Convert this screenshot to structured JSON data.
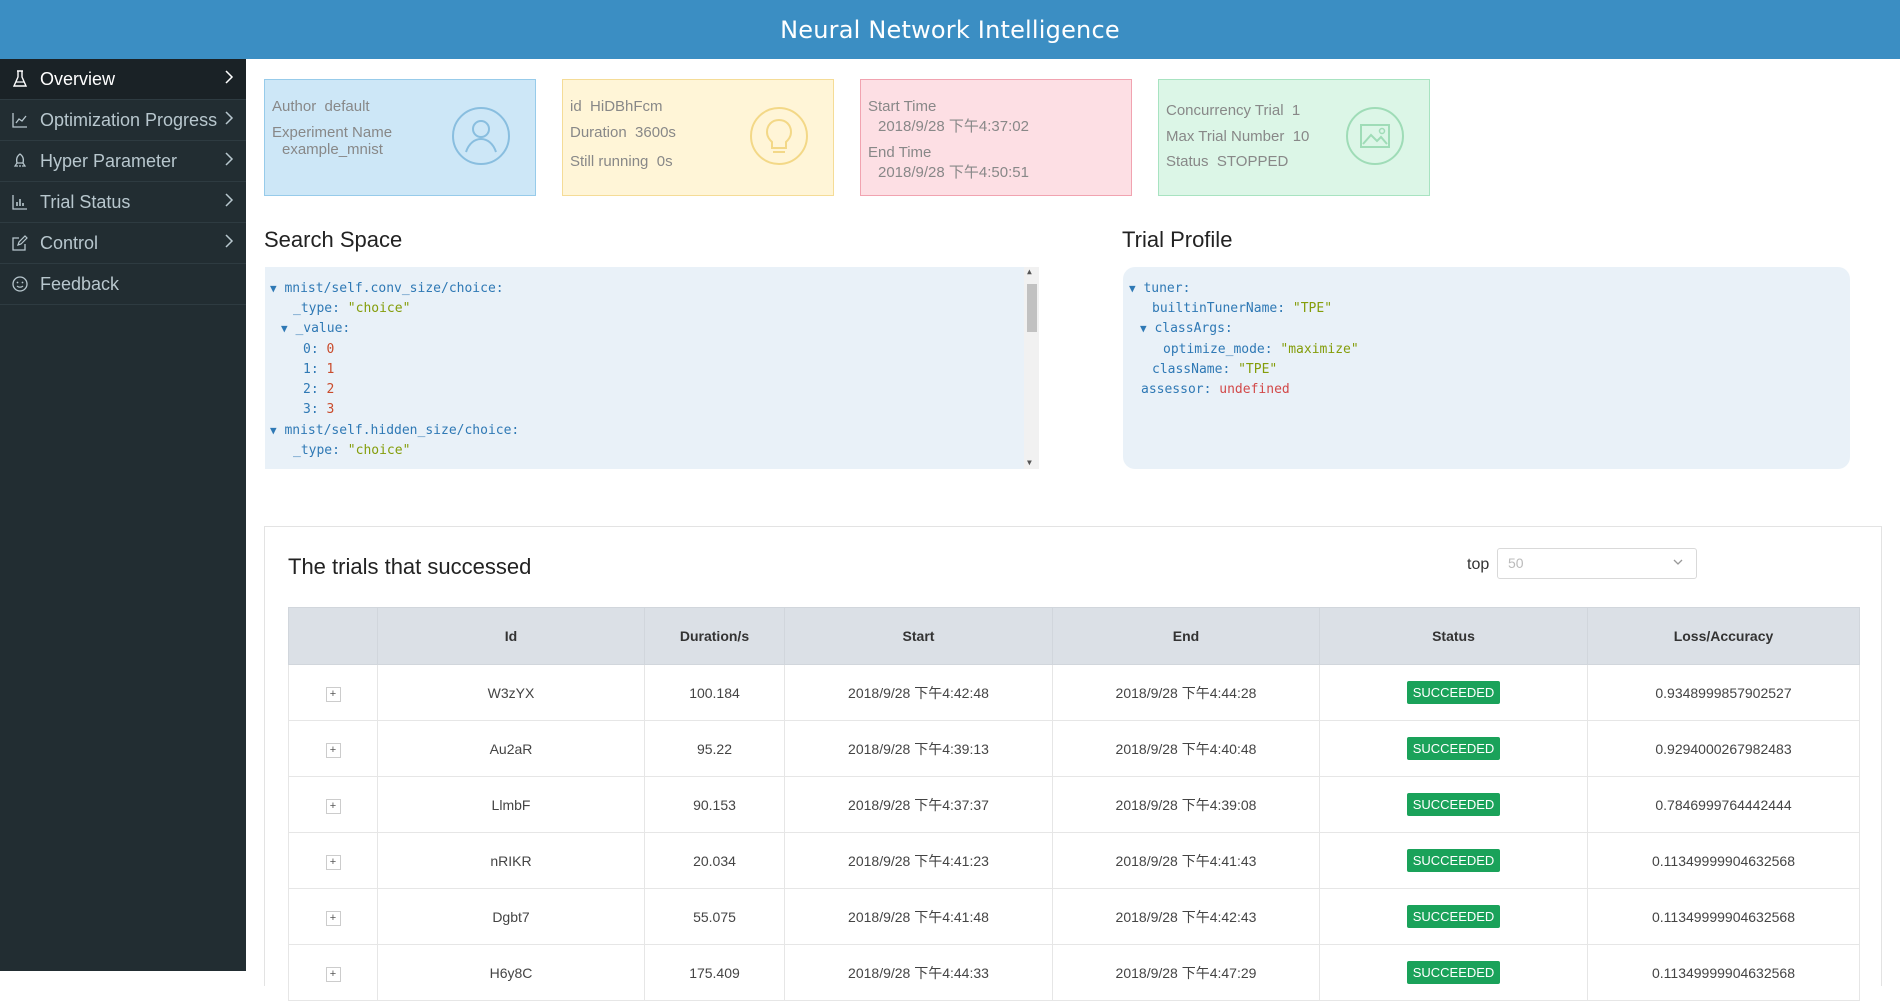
{
  "app_title": "Neural Network Intelligence",
  "sidebar": {
    "items": [
      {
        "label": "Overview",
        "icon": "flask-icon",
        "chevron": ">"
      },
      {
        "label": "Optimization Progress",
        "icon": "line-chart-icon",
        "chevron": ">"
      },
      {
        "label": "Hyper Parameter",
        "icon": "rocket-icon",
        "chevron": ">"
      },
      {
        "label": "Trial Status",
        "icon": "bar-chart-icon",
        "chevron": ">"
      },
      {
        "label": "Control",
        "icon": "edit-icon",
        "chevron": ">"
      },
      {
        "label": "Feedback",
        "icon": "smile-icon"
      }
    ]
  },
  "cards": {
    "author_label": "Author",
    "author_value": "default",
    "exp_name_label": "Experiment Name",
    "exp_name_value": "example_mnist",
    "id_label": "id",
    "id_value": "HiDBhFcm",
    "duration_label": "Duration",
    "duration_value": "3600s",
    "running_label": "Still running",
    "running_value": "0s",
    "start_label": "Start Time",
    "start_value": "2018/9/28 下午4:37:02",
    "end_label": "End Time",
    "end_value": "2018/9/28 下午4:50:51",
    "concurrency_label": "Concurrency Trial",
    "concurrency_value": "1",
    "max_trial_label": "Max Trial Number",
    "max_trial_value": "10",
    "status_label": "Status",
    "status_value": "STOPPED"
  },
  "search_space": {
    "title": "Search Space",
    "conv_key": "mnist/self.conv_size/choice:",
    "type_key": "_type:",
    "type_val": "\"choice\"",
    "value_key": "_value:",
    "items": [
      {
        "k": "0:",
        "v": "0"
      },
      {
        "k": "1:",
        "v": "1"
      },
      {
        "k": "2:",
        "v": "2"
      },
      {
        "k": "3:",
        "v": "3"
      }
    ],
    "hidden_key": "mnist/self.hidden_size/choice:",
    "type_key2": "_type:",
    "type_val2": "\"choice\""
  },
  "trial_profile": {
    "title": "Trial Profile",
    "tuner_key": "tuner:",
    "builtin_key": "builtinTunerName:",
    "builtin_val": "\"TPE\"",
    "classargs_key": "classArgs:",
    "optimize_key": "optimize_mode:",
    "optimize_val": "\"maximize\"",
    "classname_key": "className:",
    "classname_val": "\"TPE\"",
    "assessor_key": "assessor:",
    "assessor_val": "undefined"
  },
  "trials": {
    "title": "The trials that successed",
    "top_label": "top",
    "top_value": "50",
    "columns": [
      "Id",
      "Duration/s",
      "Start",
      "End",
      "Status",
      "Loss/Accuracy"
    ],
    "rows": [
      {
        "expand": "+",
        "id": "W3zYX",
        "duration": "100.184",
        "start": "2018/9/28 下午4:42:48",
        "end": "2018/9/28 下午4:44:28",
        "status": "SUCCEEDED",
        "loss": "0.9348999857902527"
      },
      {
        "expand": "+",
        "id": "Au2aR",
        "duration": "95.22",
        "start": "2018/9/28 下午4:39:13",
        "end": "2018/9/28 下午4:40:48",
        "status": "SUCCEEDED",
        "loss": "0.9294000267982483"
      },
      {
        "expand": "+",
        "id": "LlmbF",
        "duration": "90.153",
        "start": "2018/9/28 下午4:37:37",
        "end": "2018/9/28 下午4:39:08",
        "status": "SUCCEEDED",
        "loss": "0.7846999764442444"
      },
      {
        "expand": "+",
        "id": "nRIKR",
        "duration": "20.034",
        "start": "2018/9/28 下午4:41:23",
        "end": "2018/9/28 下午4:41:43",
        "status": "SUCCEEDED",
        "loss": "0.11349999904632568"
      },
      {
        "expand": "+",
        "id": "Dgbt7",
        "duration": "55.075",
        "start": "2018/9/28 下午4:41:48",
        "end": "2018/9/28 下午4:42:43",
        "status": "SUCCEEDED",
        "loss": "0.11349999904632568"
      },
      {
        "expand": "+",
        "id": "H6y8C",
        "duration": "175.409",
        "start": "2018/9/28 下午4:44:33",
        "end": "2018/9/28 下午4:47:29",
        "status": "SUCCEEDED",
        "loss": "0.11349999904632568"
      }
    ]
  },
  "colors": {
    "header": "#3b8ec3",
    "sidebar": "#222d32",
    "success": "#1aa25a"
  }
}
